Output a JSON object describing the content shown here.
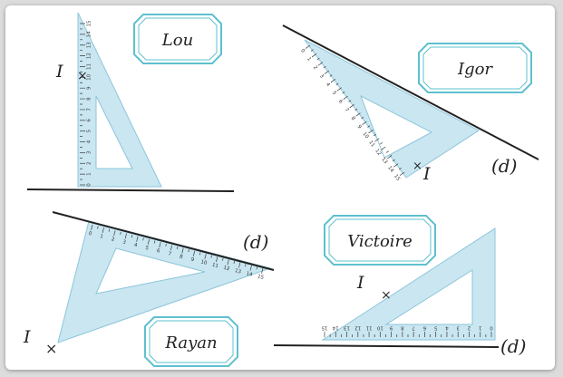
{
  "names": {
    "lou": "Lou",
    "igor": "Igor",
    "victoire": "Victoire",
    "rayan": "Rayan"
  },
  "labels": {
    "point_i": "I",
    "cross": "×",
    "line_d": "(d)"
  },
  "rulers": {
    "lou_ticks": [
      "0",
      "1",
      "2",
      "3",
      "4",
      "5",
      "6",
      "7",
      "8",
      "9",
      "10",
      "11",
      "12",
      "13",
      "14",
      "15"
    ],
    "igor_ticks": [
      "0",
      "1",
      "2",
      "3",
      "4",
      "5",
      "6",
      "7",
      "8",
      "9",
      "10",
      "11",
      "12",
      "13",
      "14",
      "15"
    ],
    "rayan_ticks": [
      "0",
      "1",
      "2",
      "3",
      "4",
      "5",
      "6",
      "7",
      "8",
      "9",
      "10",
      "11",
      "12",
      "13",
      "14",
      "15"
    ],
    "victoire_ticks": [
      "0",
      "1",
      "2",
      "3",
      "4",
      "5",
      "6",
      "7",
      "8",
      "9",
      "10",
      "11",
      "12",
      "13",
      "14",
      "15"
    ]
  },
  "colors": {
    "square": "#bfe2ee",
    "square_edge": "#8cc6da",
    "badge_border": "#5fc0cf",
    "ink": "#222222"
  }
}
